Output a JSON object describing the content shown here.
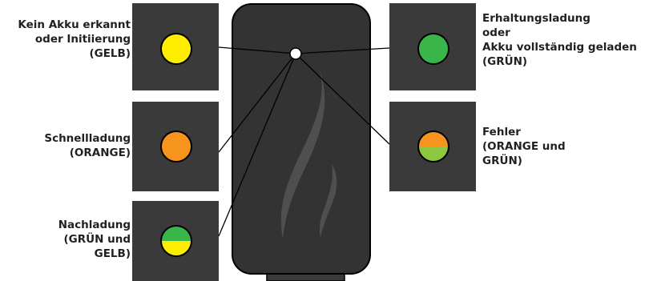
{
  "colors": {
    "panel": "#3a3a3a",
    "device_body": "#333333",
    "device_outline": "#000000",
    "yellow": "#ffed00",
    "orange": "#f7941d",
    "green": "#39b54a",
    "light_green": "#8dc63f",
    "indicator": "#ffffff"
  },
  "states": [
    {
      "name": "kein-akku",
      "lines": [
        "Kein Akku erkannt",
        "oder Initiierung",
        "(GELB)"
      ],
      "led_top": "yellow",
      "led_bottom": "yellow"
    },
    {
      "name": "schnellladung",
      "lines": [
        "Schnellladung",
        "(ORANGE)"
      ],
      "led_top": "orange",
      "led_bottom": "orange"
    },
    {
      "name": "nachladung",
      "lines": [
        "Nachladung",
        "(GRÜN und",
        "GELB)"
      ],
      "led_top": "green",
      "led_bottom": "yellow"
    },
    {
      "name": "erhaltungsladung",
      "lines": [
        "Erhaltungsladung",
        "oder",
        "Akku vollständig geladen",
        "(GRÜN)"
      ],
      "led_top": "green",
      "led_bottom": "green"
    },
    {
      "name": "fehler",
      "lines": [
        "Fehler",
        "(ORANGE und",
        "GRÜN)"
      ],
      "led_top": "orange",
      "led_bottom": "light_green"
    }
  ]
}
